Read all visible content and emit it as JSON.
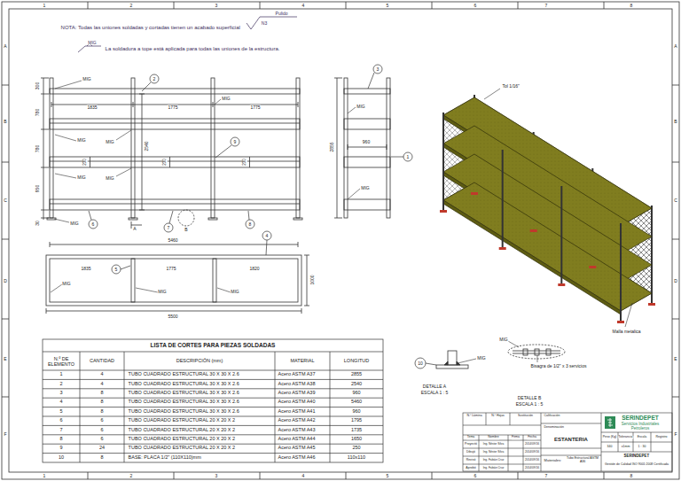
{
  "diagram": {
    "labels": [
      "1",
      "2",
      "3",
      "4",
      "5",
      "6",
      "7",
      "8",
      "1",
      "2",
      "3",
      "4",
      "5",
      "6",
      "7",
      "8",
      "A",
      "B",
      "C",
      "D",
      "E",
      "F",
      "A",
      "B",
      "C",
      "D",
      "E",
      "F",
      "NOTA: Todas las uniones soldadas y cortadas tienen un acabado superficial",
      "N3",
      "Pulido",
      "MIG",
      "La soldadura a tope está aplicada para todas las uniones de la estructura.",
      "300",
      "780",
      "780",
      "950",
      "30",
      "1835",
      "1775",
      "1775",
      "2540",
      "230",
      "230",
      "230",
      "MIG",
      "MIG",
      "MIG",
      "MIG",
      "MIG",
      "MIG",
      "MIG",
      "2",
      "9",
      "6",
      "7",
      "8",
      "A",
      "B",
      "2855",
      "960",
      "3",
      "1",
      "MIG",
      "MIG",
      "5460",
      "4",
      "1835",
      "1775",
      "1820",
      "1000",
      "5",
      "MIG",
      "MIG",
      "MIG",
      "5500",
      "Tol 1/16\"",
      "Malla metalica",
      "LISTA DE CORTES PARA PIEZAS SOLDADAS",
      "N.º DE ELEMENTO",
      "CANTIDAD",
      "DESCRIPCIÓN (mm)",
      "MATERIAL",
      "LONGITUD",
      "1",
      "4",
      "TUBO CUADRADO ESTRUCTURAL 30 X 30 X 2.6",
      "Acero ASTM A37",
      "2855",
      "2",
      "4",
      "TUBO CUADRADO ESTRUCTURAL 30 X 30 X 2.6",
      "Acero ASTM A38",
      "2540",
      "3",
      "8",
      "TUBO CUADRADO ESTRUCTURAL 30 X 30 X 2.6",
      "Acero ASTM A39",
      "960",
      "4",
      "8",
      "TUBO CUADRADO ESTRUCTURAL 30 X 30 X 2.6",
      "Acero ASTM A40",
      "5460",
      "5",
      "8",
      "TUBO CUADRADO ESTRUCTURAL 30 X 30 X 2.6",
      "Acero ASTM A41",
      "960",
      "6",
      "6",
      "TUBO CUADRADO ESTRUCTURAL 20 X 20 X 2",
      "Acero ASTM A42",
      "1795",
      "7",
      "6",
      "TUBO CUADRADO ESTRUCTURAL 20 X 20 X 2",
      "Acero ASTM A43",
      "1735",
      "8",
      "6",
      "TUBO CUADRADO ESTRUCTURAL 20 X 20 X 2",
      "Acero ASTM A44",
      "1650",
      "9",
      "24",
      "TUBO CUADRADO ESTRUCTURAL 20 X 20 X 2",
      "Acero ASTM A45",
      "250",
      "10",
      "8",
      "BASE: PLACA 1/2\" (110X110)mm",
      "Acero ASTM A46",
      "110x110",
      "10",
      "MIG",
      "DETALLE A",
      "ESCALA 1 : 5",
      "MIG",
      "Bisagra de 1/2\" x 3 servicios",
      "DETALLE B",
      "ESCALA 1 : 5",
      "N.º Lámina",
      "N.º Hojas",
      "Sustitución",
      "Calificación",
      "Denominación",
      "ESTANTERIA",
      "Tema",
      "Nombre",
      "Firma",
      "Fecha",
      "Proyectó",
      "Ing. Néstor Silva",
      "2014/09/16",
      "Dibujó",
      "Ing. Néstor Silva",
      "2014/09/16",
      "Revisó",
      "Ing. Fabián Cruz",
      "2014/09/16",
      "Aprobó",
      "Ing. Fabián Cruz",
      "2014/09/16",
      "Materiales:",
      "Tubo Estructural ASTM A36",
      "SERINDEPET",
      "Servicios Industriales Petroleros",
      "Peso (Kg)",
      "Tolerancia",
      "Escala",
      "Registro",
      "340",
      "±1mm",
      "1 : 30",
      "SERINDEPET",
      "Gestión de Calidad ISO 9001:2008 Certificada"
    ]
  }
}
